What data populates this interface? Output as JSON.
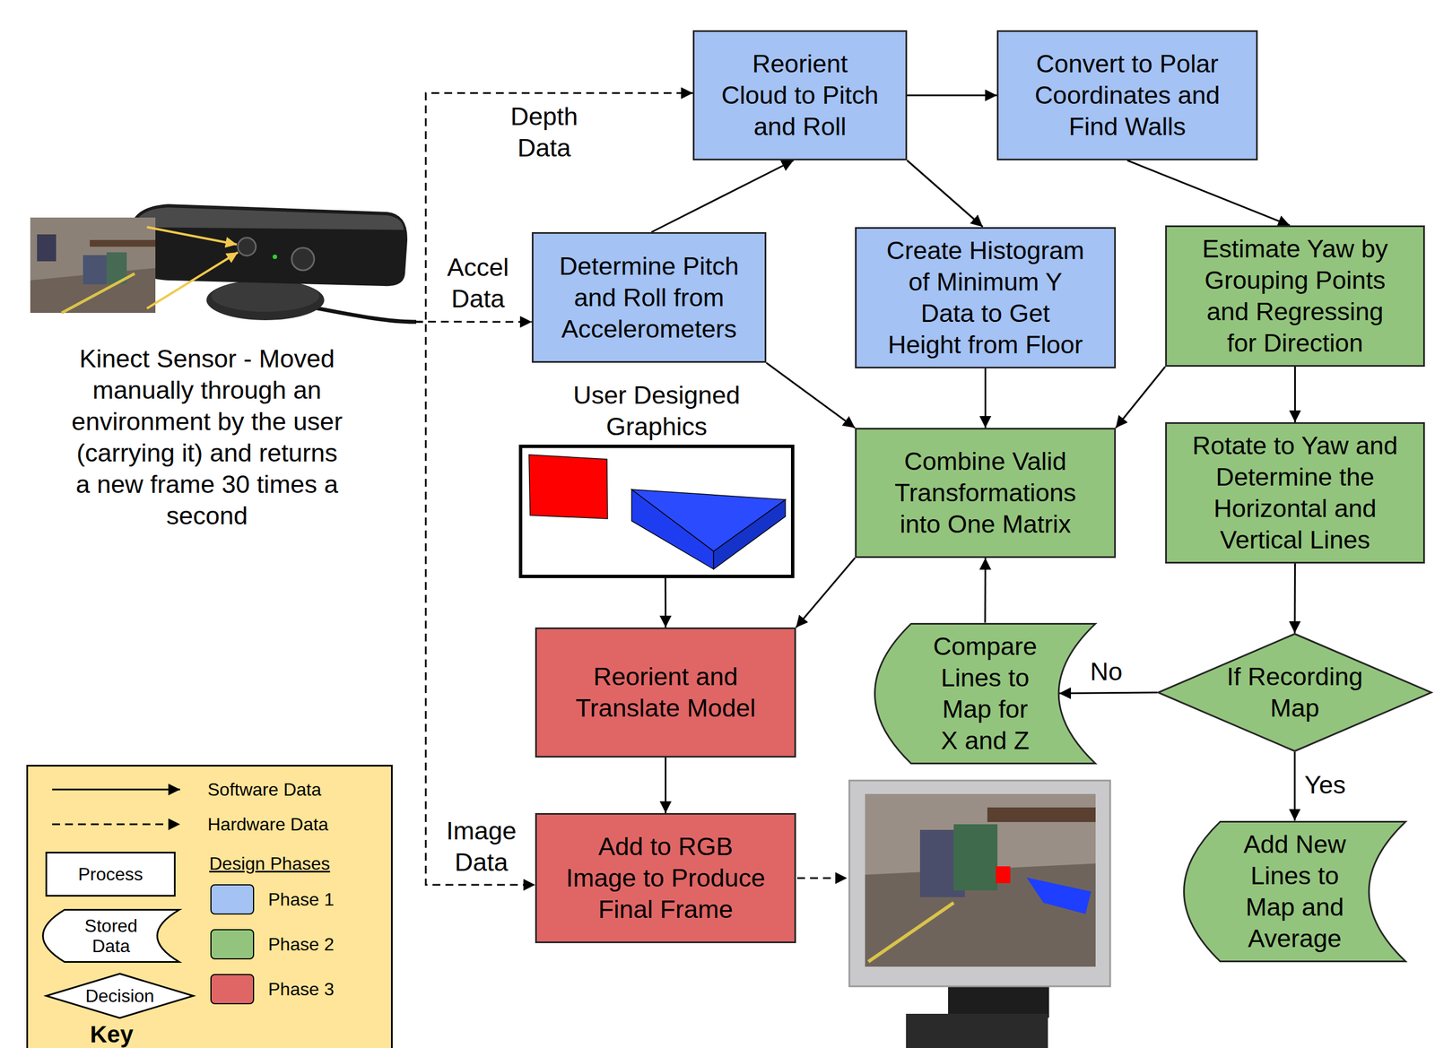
{
  "diagram": {
    "nodes": [
      {
        "text": [
          "Kinect Sensor - Moved manually through an environment by the user (carrying it) and returns a new frame 30 times a second"
        ]
      },
      {
        "text": [
          "Reorient Cloud to Pitch and Roll"
        ]
      },
      {
        "text": [
          "Convert to Polar Coordinates and Find Walls"
        ]
      },
      {
        "text": [
          "Determine Pitch and Roll from Accelerometers"
        ]
      },
      {
        "text": [
          "Create Histogram of Minimum Y Data to Get Height from Floor"
        ]
      },
      {
        "text": [
          "Estimate Yaw by Grouping Points and Regressing for Direction"
        ]
      },
      {
        "text": [
          "User Designed Graphics"
        ]
      },
      {
        "text": [
          "Combine Valid Transformations into One Matrix"
        ]
      },
      {
        "text": [
          "Rotate to Yaw and Determine the Horizontal and Vertical Lines"
        ]
      },
      {
        "text": [
          "Reorient and Translate Model"
        ]
      },
      {
        "text": [
          "Compare Lines to Map for X and Z"
        ]
      },
      {
        "text": [
          "If Recording Map"
        ]
      },
      {
        "text": [
          "Add to RGB Image to Produce Final Frame"
        ]
      },
      {
        "text": [
          "Add New Lines to Map and Average"
        ]
      }
    ],
    "edges": [
      {
        "from": 0,
        "to": 1,
        "arrow": "to",
        "label": "Depth Data"
      },
      {
        "from": 0,
        "to": 3,
        "arrow": "to",
        "label": "Accel Data"
      },
      {
        "from": 0,
        "to": 12,
        "arrow": "to",
        "label": "Image Data"
      },
      {
        "from": 3,
        "to": 1,
        "arrow": "to"
      },
      {
        "from": 1,
        "to": 2,
        "arrow": "to"
      },
      {
        "from": 1,
        "to": 4,
        "arrow": "to"
      },
      {
        "from": 2,
        "to": 5,
        "arrow": "to"
      },
      {
        "from": 3,
        "to": 7,
        "arrow": "to"
      },
      {
        "from": 4,
        "to": 7,
        "arrow": "to"
      },
      {
        "from": 5,
        "to": 7,
        "arrow": "to"
      },
      {
        "from": 5,
        "to": 8,
        "arrow": "to"
      },
      {
        "from": 8,
        "to": 11,
        "arrow": "to"
      },
      {
        "from": 11,
        "to": 10,
        "arrow": "to",
        "label": "No"
      },
      {
        "from": 11,
        "to": 13,
        "arrow": "to",
        "label": "Yes"
      },
      {
        "from": 10,
        "to": 7,
        "arrow": "to"
      },
      {
        "from": 7,
        "to": 9,
        "arrow": "to"
      },
      {
        "from": 6,
        "to": 9,
        "arrow": "to"
      },
      {
        "from": 9,
        "to": 12,
        "arrow": "to"
      }
    ],
    "labels": [
      "Design Phases",
      "Key"
    ],
    "legend": [
      {
        "text": "Software Data"
      },
      {
        "text": "Hardware Data"
      },
      {
        "text": "Process"
      },
      {
        "text": "Stored Data"
      },
      {
        "text": "Decision"
      },
      {
        "text": "Phase 1",
        "color": "#a4c2f4"
      },
      {
        "text": "Phase 2",
        "color": "#93c47d"
      },
      {
        "text": "Phase 3",
        "color": "#e06666"
      }
    ]
  }
}
